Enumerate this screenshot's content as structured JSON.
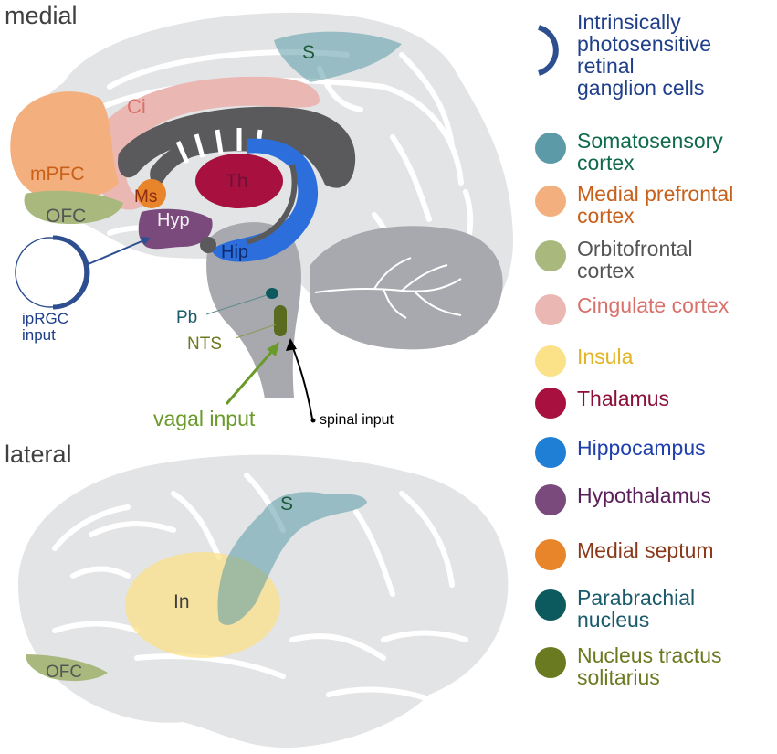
{
  "views": {
    "medial": "medial",
    "lateral": "lateral"
  },
  "regions": {
    "medial": {
      "somatosensory": "S",
      "cingulate": "Ci",
      "mpfc": "mPFC",
      "ofc": "OFC",
      "medial_septum": "Ms",
      "thalamus": "Th",
      "hypothalamus": "Hyp",
      "hippocampus": "Hip",
      "parabrachial": "Pb",
      "nts": "NTS"
    },
    "lateral": {
      "somatosensory": "S",
      "insula": "In",
      "ofc": "OFC"
    }
  },
  "inputs": {
    "iprgc": "ipRGC\ninput",
    "vagal": "vagal input",
    "spinal": "spinal input"
  },
  "legend": [
    {
      "label": "Intrinsically\nphotosensitive\nretinal\nganglion cells",
      "color": "#2e4f8f",
      "text_color": "#1f3f8a",
      "icon": "crescent-icon"
    },
    {
      "label": "Somatosensory\ncortex",
      "color": "#5b9aa6",
      "text_color": "#0f6a4a"
    },
    {
      "label": "Medial prefrontal\ncortex",
      "color": "#f3b07e",
      "text_color": "#c8601a"
    },
    {
      "label": "Orbitofrontal\ncortex",
      "color": "#a9b97e",
      "text_color": "#555555"
    },
    {
      "label": "Cingulate cortex",
      "color": "#eab7b3",
      "text_color": "#d9716b"
    },
    {
      "label": "Insula",
      "color": "#fbe188",
      "text_color": "#e3b423"
    },
    {
      "label": "Thalamus",
      "color": "#a81040",
      "text_color": "#8a0f3a"
    },
    {
      "label": "Hippocampus",
      "color": "#1f7fd4",
      "text_color": "#1f3faa"
    },
    {
      "label": "Hypothalamus",
      "color": "#7a4a7c",
      "text_color": "#5a1f5a"
    },
    {
      "label": "Medial septum",
      "color": "#e8842a",
      "text_color": "#8a3a1a"
    },
    {
      "label": "Parabrachial\nnucleus",
      "color": "#0c5a5e",
      "text_color": "#1a5a6a"
    },
    {
      "label": "Nucleus tractus\nsolitarius",
      "color": "#6a7a20",
      "text_color": "#6a7a20"
    }
  ]
}
